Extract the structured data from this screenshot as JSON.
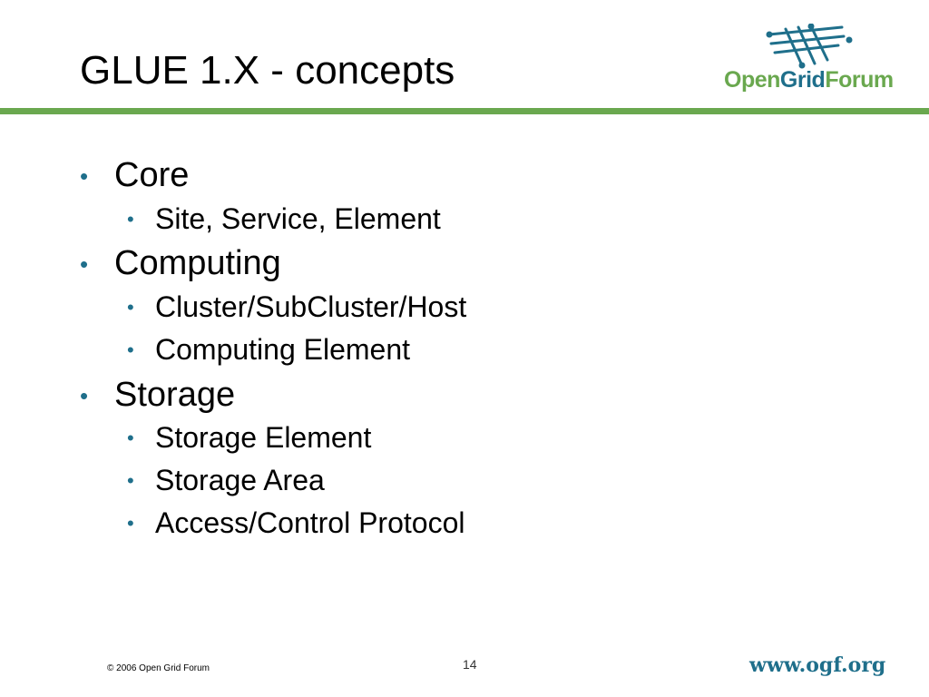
{
  "slide": {
    "title": "GLUE 1.X - concepts",
    "page_number": "14"
  },
  "logo": {
    "word1": "Open",
    "word2": "Grid",
    "word3": "Forum"
  },
  "bullets": [
    {
      "text": "Core",
      "children": [
        "Site, Service, Element"
      ]
    },
    {
      "text": "Computing",
      "children": [
        "Cluster/SubCluster/Host",
        "Computing Element"
      ]
    },
    {
      "text": "Storage",
      "children": [
        "Storage Element",
        "Storage Area",
        "Access/Control Protocol"
      ]
    }
  ],
  "footer": {
    "copyright": "© 2006 Open Grid Forum",
    "url": "www.ogf.org"
  },
  "colors": {
    "accent_green": "#6aa84f",
    "accent_teal": "#1f6f8b"
  }
}
